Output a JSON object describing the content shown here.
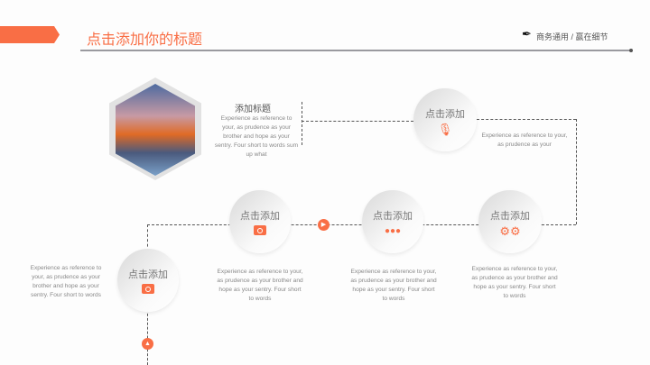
{
  "header": {
    "title": "点击添加你的标题",
    "brand": "商务通用 / 赢在细节"
  },
  "intro": {
    "title": "添加标题",
    "text": "Experience as reference to your, as prudence as your brother and hope as your sentry. Four short to words sum up what"
  },
  "nodes": [
    {
      "label": "点击添加",
      "icon": "microphone",
      "text": "Experience as reference to your, as prudence as your"
    },
    {
      "label": "点击添加",
      "icon": "gears",
      "text": "Experience as reference to your, as prudence as your brother and hope as your sentry. Four short to words"
    },
    {
      "label": "点击添加",
      "icon": "people",
      "text": "Experience as reference to your, as prudence as your brother and hope as your sentry. Four short to words"
    },
    {
      "label": "点击添加",
      "icon": "camera",
      "text": "Experience as reference to your, as prudence as your brother and hope as your sentry. Four short to words"
    },
    {
      "label": "点击添加",
      "icon": "camera",
      "text": "Experience as reference to your, as prudence as your brother and hope as your sentry. Four short to words"
    }
  ],
  "colors": {
    "accent": "#f96e45"
  }
}
